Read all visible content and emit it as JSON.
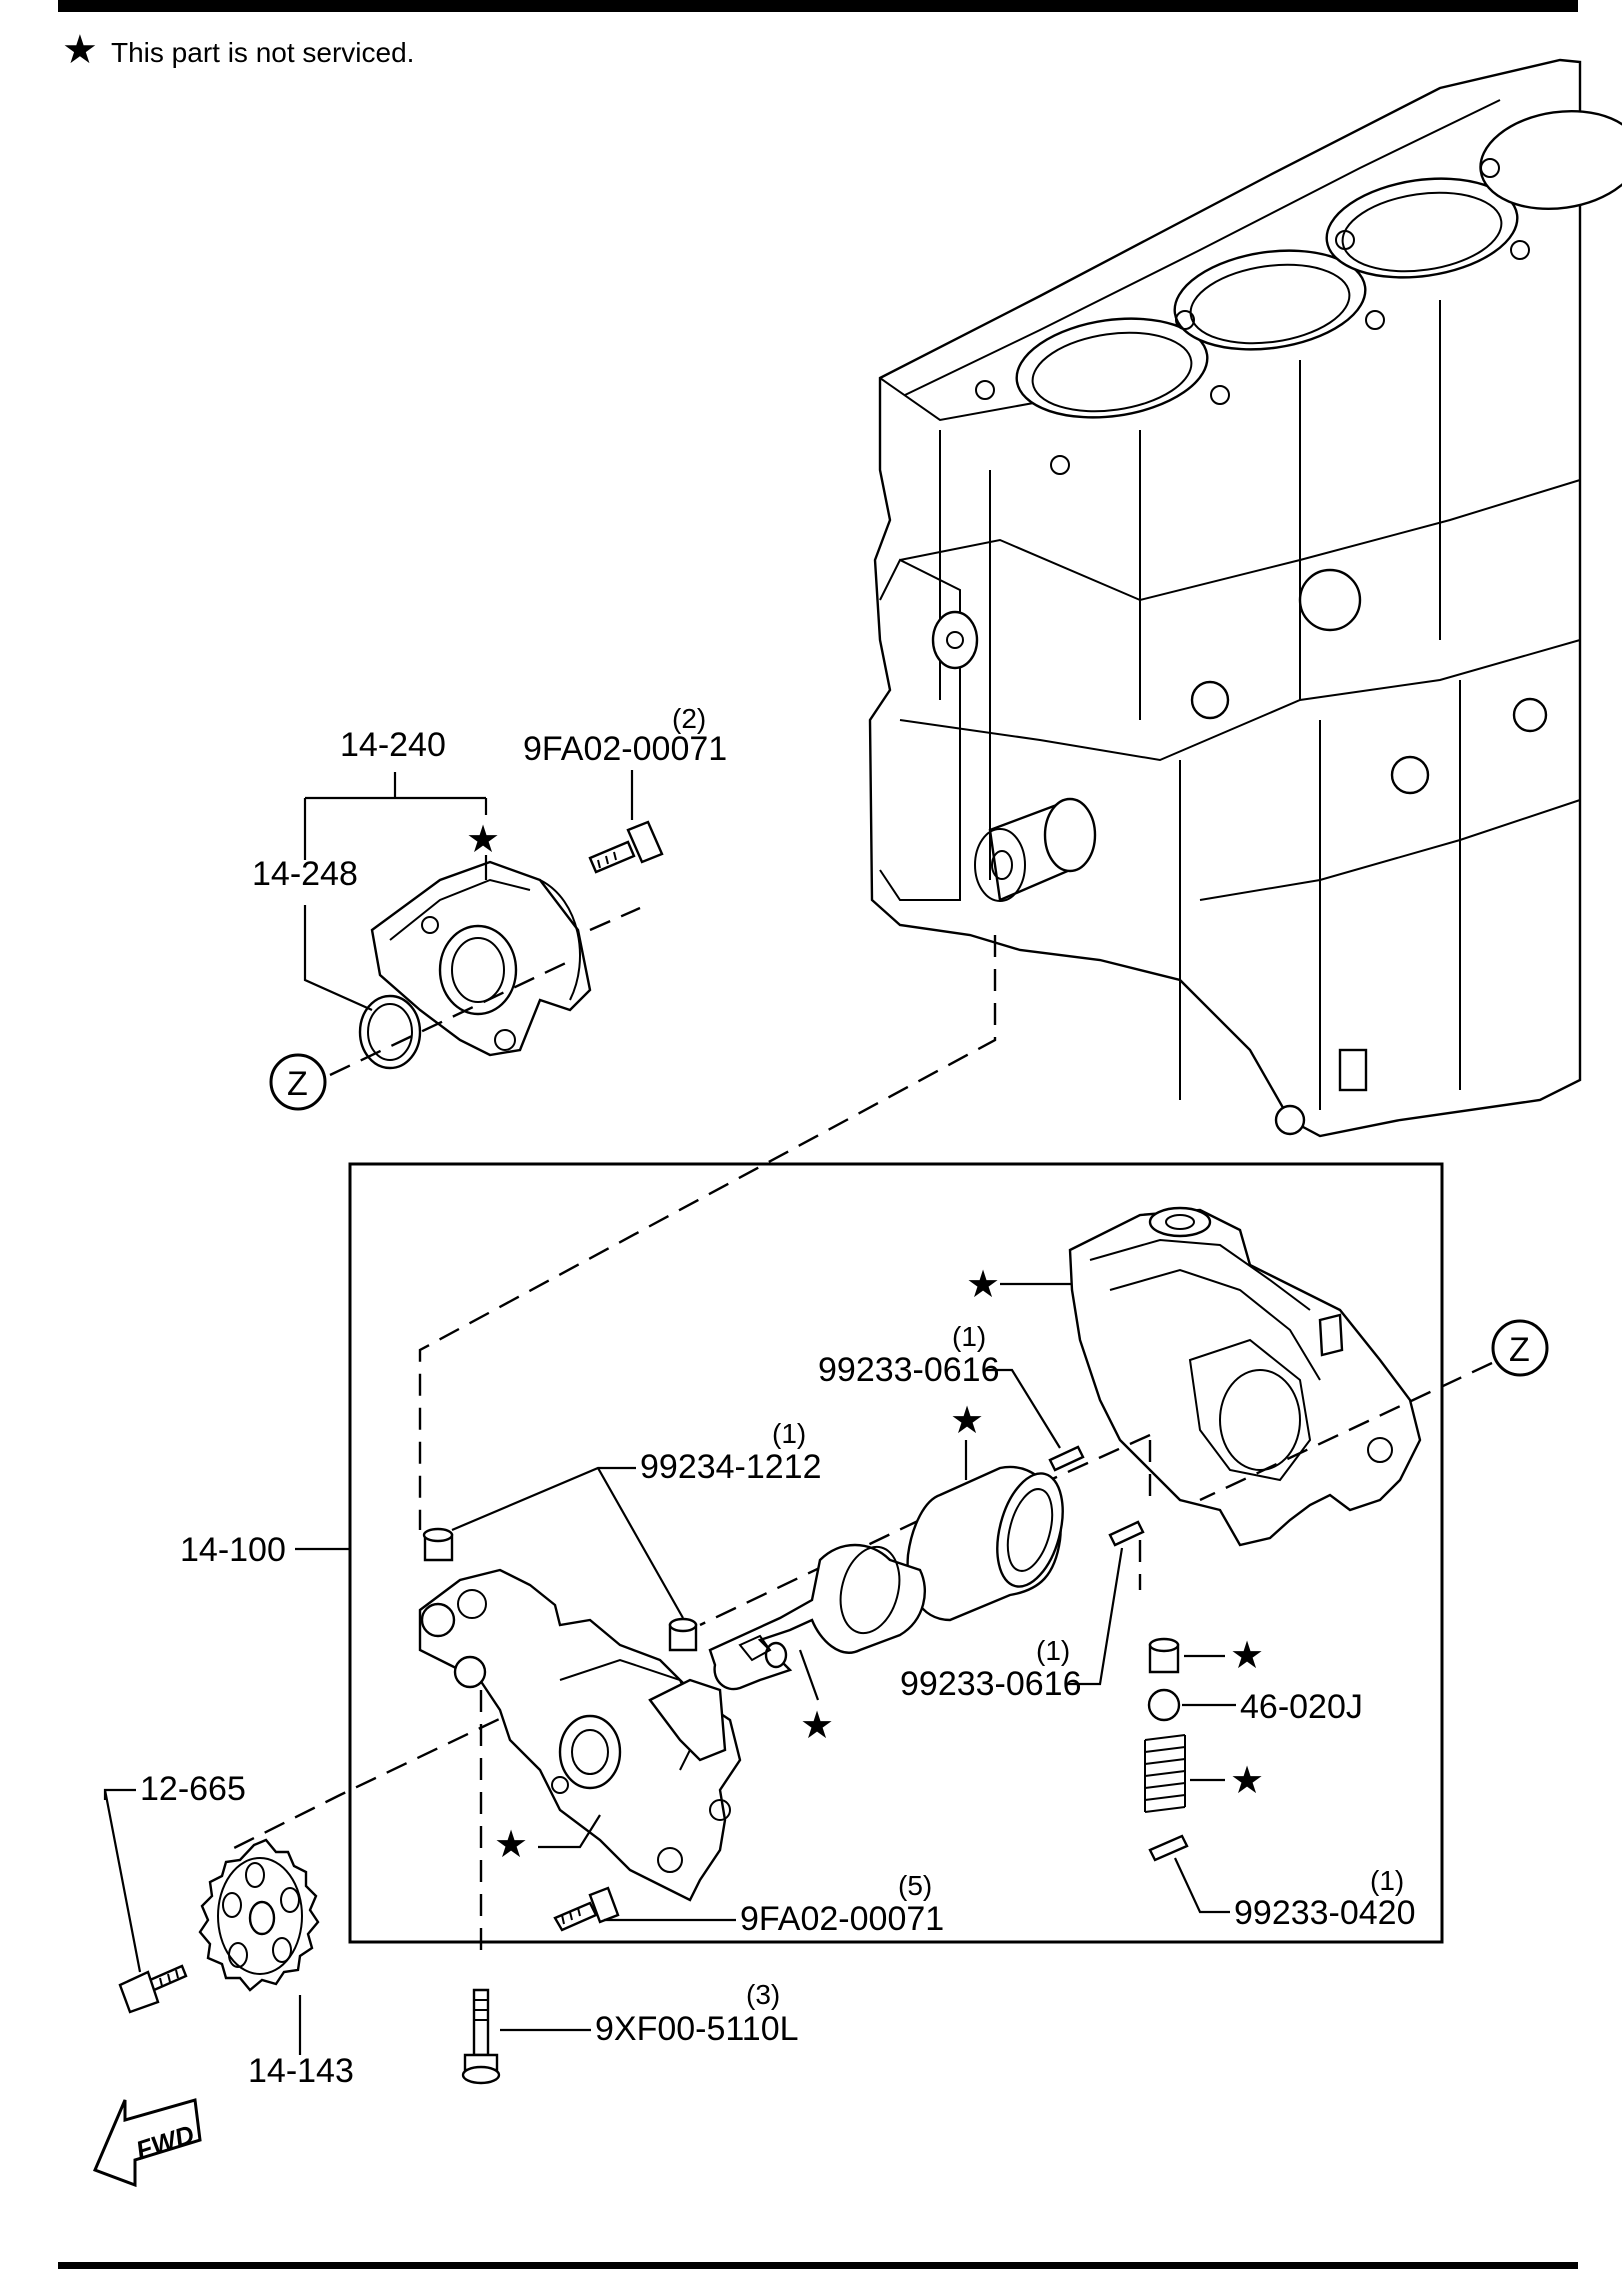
{
  "header": {
    "note_symbol": "★",
    "note_text": "This part is not serviced."
  },
  "callouts": {
    "p14_240": "14-240",
    "p14_248": "14-248",
    "p9FA02_top": "9FA02-00071",
    "p9FA02_top_qty": "(2)",
    "zone_z_left": "Z",
    "zone_z_right": "Z",
    "p14_100": "14-100",
    "p99234": "99234-1212",
    "p99234_qty": "(1)",
    "p99233_0616_a": "99233-0616",
    "p99233_0616_a_qty": "(1)",
    "p99233_0616_b": "99233-0616",
    "p99233_0616_b_qty": "(1)",
    "p46_020J": "46-020J",
    "p99233_0420": "99233-0420",
    "p99233_0420_qty": "(1)",
    "p9FA02_bottom": "9FA02-00071",
    "p9FA02_bottom_qty": "(5)",
    "p12_665": "12-665",
    "p14_143": "14-143",
    "p9XF00": "9XF00-5110L",
    "p9XF00_qty": "(3)",
    "fwd": "FWD"
  },
  "star_symbol": "★",
  "colors": {
    "ink": "#000000",
    "paper": "#ffffff"
  }
}
